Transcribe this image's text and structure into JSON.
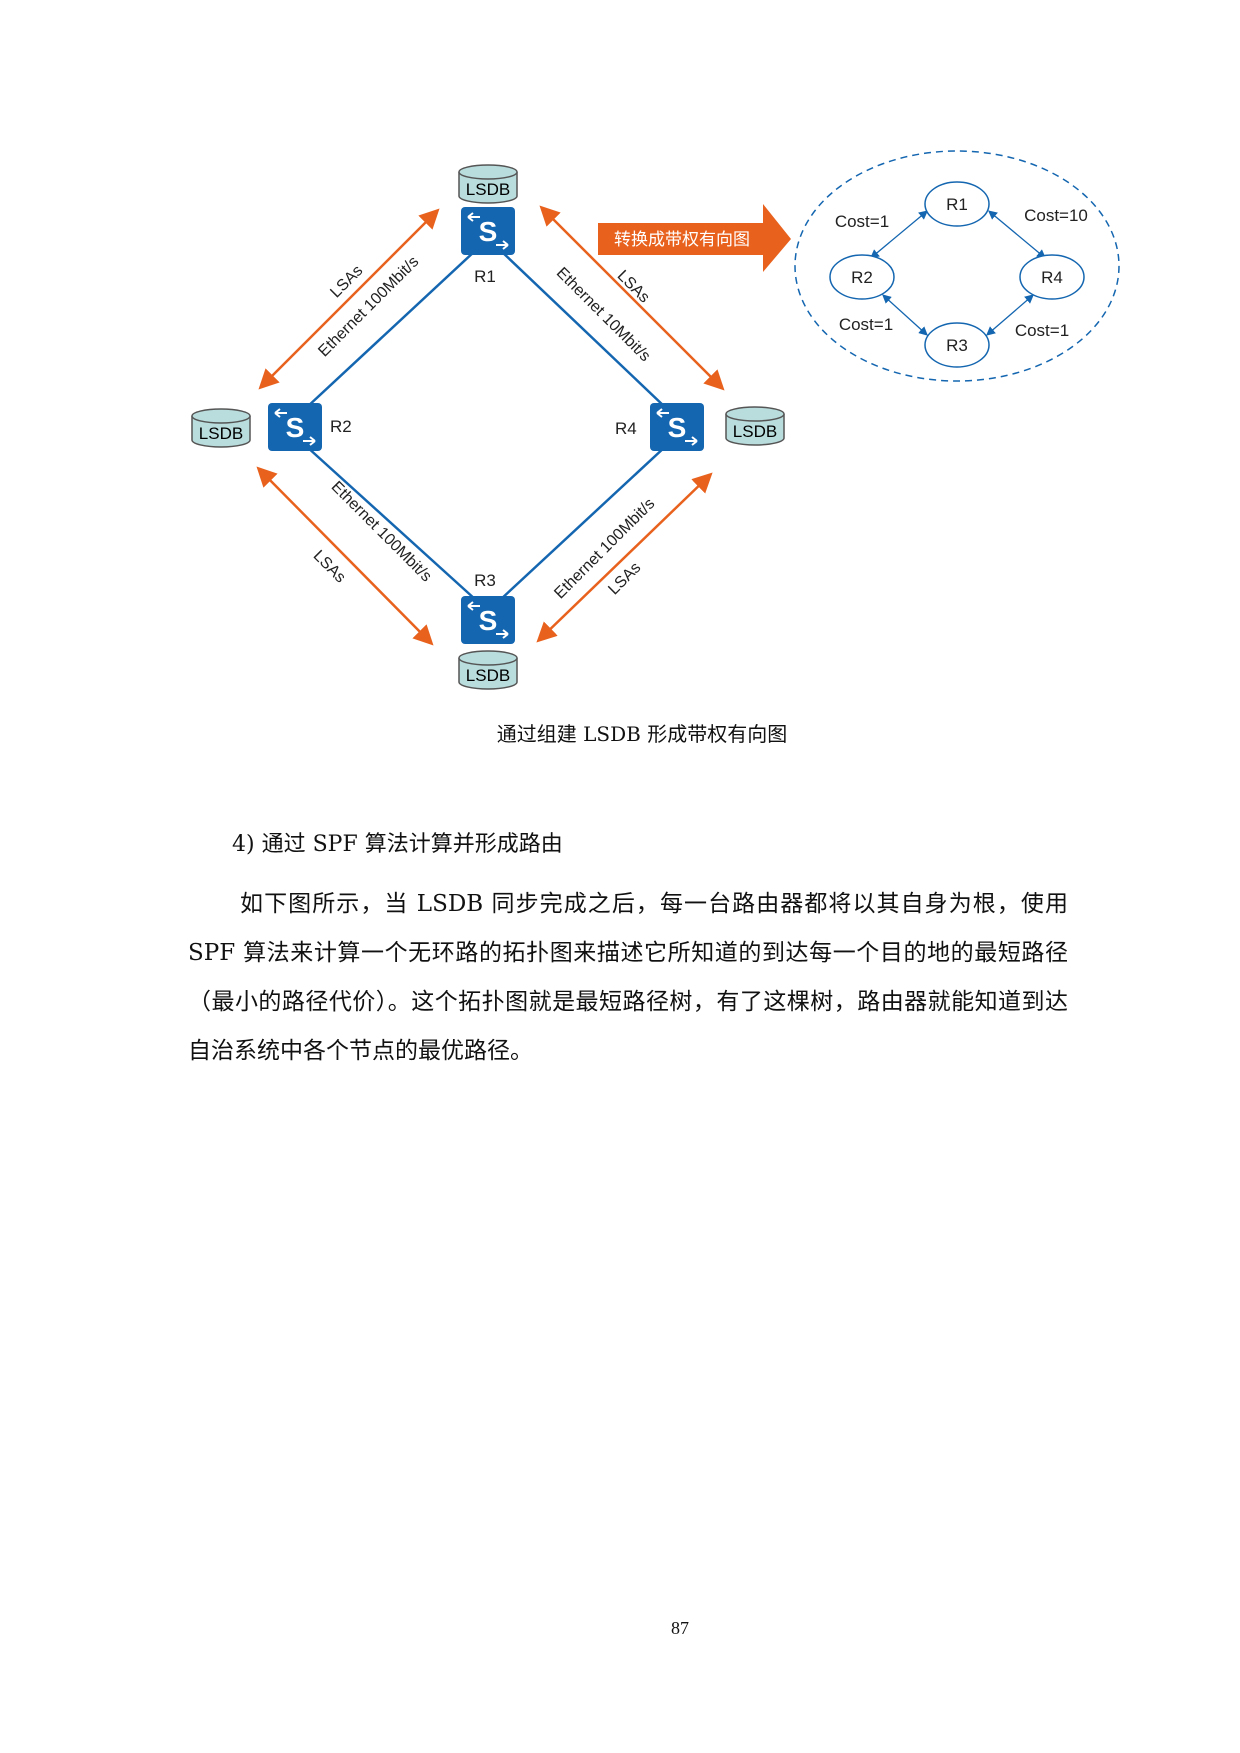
{
  "figure": {
    "routers": {
      "r1": "R1",
      "r2": "R2",
      "r3": "R3",
      "r4": "R4"
    },
    "lsdb_label": "LSDB",
    "switch_glyph": "S",
    "links": {
      "r1_r2": "Ethernet 100Mbit/s",
      "r1_r4": "Ethernet 10Mbit/s",
      "r2_r3": "Ethernet 100Mbit/s",
      "r3_r4": "Ethernet 100Mbit/s"
    },
    "lsas_label": "LSAs",
    "convert_arrow_label": "转换成带权有向图",
    "graph": {
      "nodes": {
        "r1": "R1",
        "r2": "R2",
        "r3": "R3",
        "r4": "R4"
      },
      "costs": {
        "r1_r2": "Cost=1",
        "r1_r4": "Cost=10",
        "r2_r3": "Cost=1",
        "r3_r4": "Cost=1"
      }
    },
    "colors": {
      "blue": "#1466b0",
      "orange": "#e8621e",
      "lsdb_fill": "#b9dcdc"
    }
  },
  "caption": "通过组建 LSDB 形成带权有向图",
  "heading": "4)  通过 SPF 算法计算并形成路由",
  "paragraph": "如下图所示，当 LSDB 同步完成之后，每一台路由器都将以其自身为根，使用 SPF 算法来计算一个无环路的拓扑图来描述它所知道的到达每一个目的地的最短路径（最小的路径代价）。这个拓扑图就是最短路径树，有了这棵树，路由器就能知道到达自治系统中各个节点的最优路径。",
  "page_number": "87"
}
